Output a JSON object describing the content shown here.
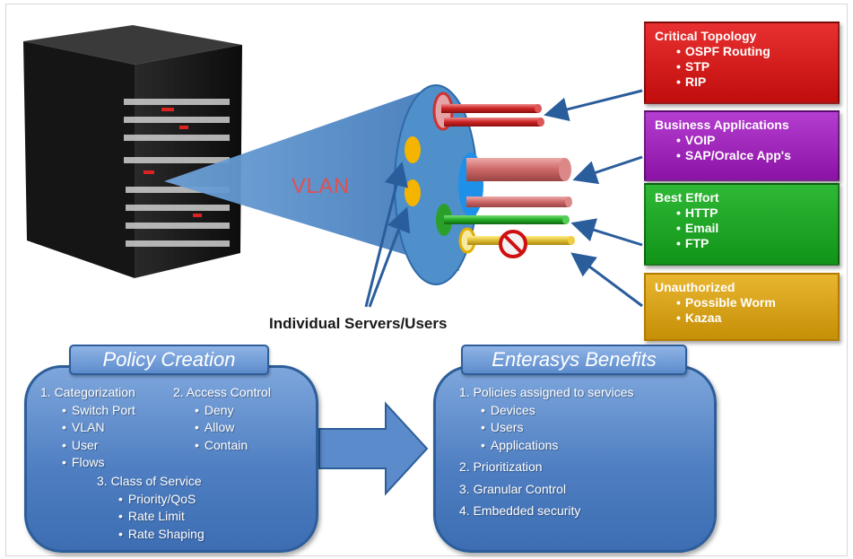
{
  "diagram": {
    "vlan_label": "VLAN",
    "users_label": "Individual Servers/Users"
  },
  "categories": [
    {
      "title": "Critical Topology",
      "items": [
        "OSPF Routing",
        "STP",
        "RIP"
      ],
      "color": "#d91f1f"
    },
    {
      "title": "Business Applications",
      "items": [
        "VOIP",
        "SAP/Oralce App's"
      ],
      "color": "#a423bf"
    },
    {
      "title": "Best Effort",
      "items": [
        "HTTP",
        "Email",
        "FTP"
      ],
      "color": "#1fa626"
    },
    {
      "title": "Unauthorized",
      "items": [
        "Possible Worm",
        "Kazaa"
      ],
      "color": "#d9a11a"
    }
  ],
  "policy_creation": {
    "title": "Policy Creation",
    "categorization": {
      "heading": "1. Categorization",
      "items": [
        "Switch Port",
        "VLAN",
        "User",
        "Flows"
      ]
    },
    "access_control": {
      "heading": "2. Access Control",
      "items": [
        "Deny",
        "Allow",
        "Contain"
      ]
    },
    "class_of_service": {
      "heading": "3. Class of Service",
      "items": [
        "Priority/QoS",
        "Rate Limit",
        "Rate Shaping"
      ]
    }
  },
  "enterasys_benefits": {
    "title": "Enterasys Benefits",
    "item1": {
      "heading": "1. Policies assigned to services",
      "items": [
        "Devices",
        "Users",
        "Applications"
      ]
    },
    "item2": "2. Prioritization",
    "item3": "3. Granular Control",
    "item4": "4. Embedded security"
  },
  "colors": {
    "panel_blue": "#4f7fc2",
    "arrow_blue": "#2a5d9c",
    "cone_blue": "#4f89c6"
  }
}
